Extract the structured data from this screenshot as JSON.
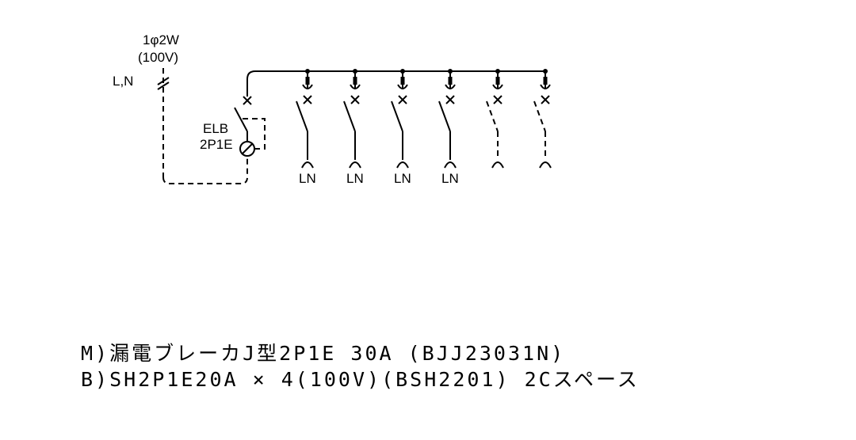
{
  "supply": {
    "phase_label": "1φ2W",
    "voltage_label": "(100V)",
    "conductors_label": "L,N"
  },
  "main_breaker": {
    "type_label": "ELB",
    "poles_label": "2P1E"
  },
  "branches": [
    {
      "load_label": "LN",
      "status": "installed"
    },
    {
      "load_label": "LN",
      "status": "installed"
    },
    {
      "load_label": "LN",
      "status": "installed"
    },
    {
      "load_label": "LN",
      "status": "installed"
    },
    {
      "load_label": "",
      "status": "space"
    },
    {
      "load_label": "",
      "status": "space"
    }
  ],
  "notes": {
    "line1": "M)漏電ブレーカJ型2P1E 30A (BJJ23031N)",
    "line2": "B)SH2P1E20A × 4(100V)(BSH2201) 2Cスペース"
  }
}
